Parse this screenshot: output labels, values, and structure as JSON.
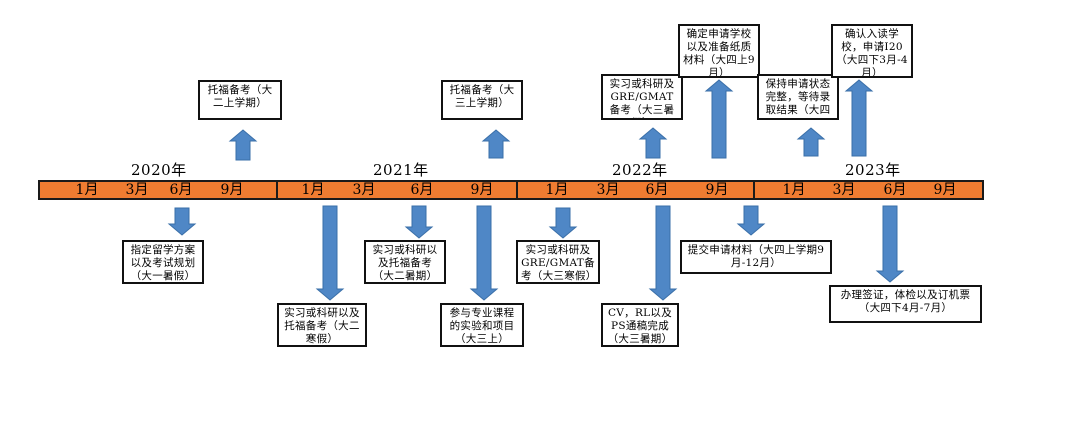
{
  "years": [
    "2020年",
    "2021年",
    "2022年",
    "2023年"
  ],
  "months": [
    "1月",
    "3月",
    "6月",
    "9月"
  ],
  "boxes": {
    "toefl_sophomore_first": "托福备考（大二上学期）",
    "toefl_junior_first": "托福备考（大三上学期）",
    "intern_gre_junior_summer": "实习或科研及GRE/GMAT备考（大三暑假）",
    "confirm_school_materials": "确定申请学校以及准备纸质材料（大四上9月）",
    "keep_status_wait": "保持申请状态完整，等待录取结果（大四",
    "confirm_enrollment_i20": "确认入读学校，申请I20（大四下3月-4月）",
    "plan_study_abroad": "指定留学方案以及考试规划（大一暑假）",
    "intern_toefl_soph_winter": "实习或科研以及托福备考（大二寒假）",
    "intern_toefl_soph_summer": "实习或科研以及托福备考（大二暑期）",
    "major_courses_projects": "参与专业课程的实验和项目（大三上）",
    "intern_gre_junior_winter": "实习或科研及GRE/GMAT备考（大三寒假）",
    "cv_rl_ps": "CV，RL以及PS通稿完成（大三暑期）",
    "submit_application": "提交申请材料（大四上学期9月-12月）",
    "visa_medical_ticket": "办理签证，体检以及订机票（大四下4月-7月）"
  }
}
